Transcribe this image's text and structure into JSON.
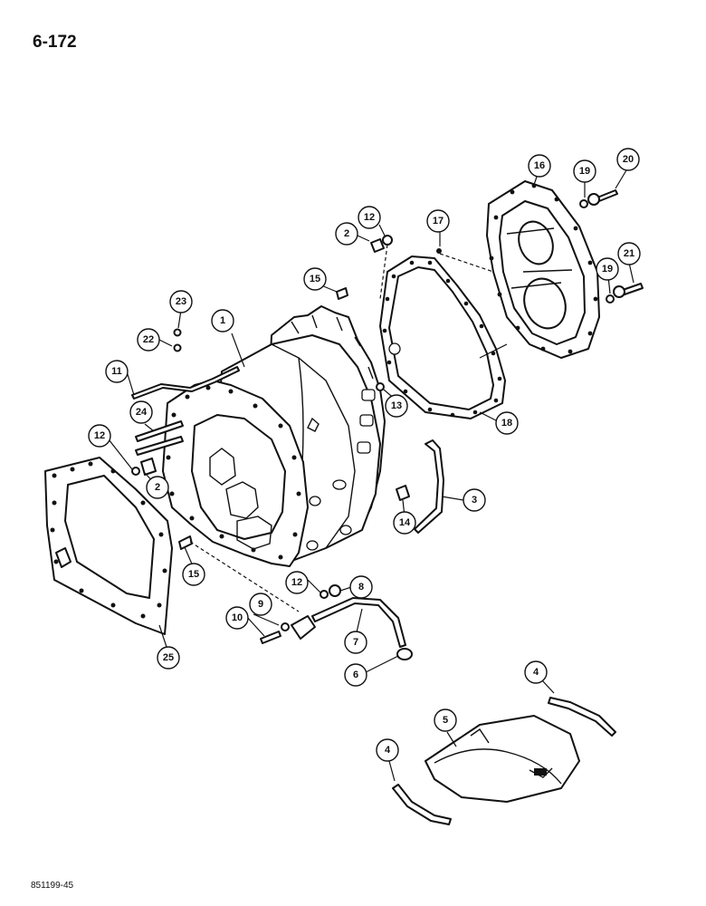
{
  "page_number": "6-172",
  "drawing_id": "851199-45",
  "callouts": [
    "1",
    "2",
    "2",
    "3",
    "4",
    "4",
    "5",
    "6",
    "7",
    "8",
    "9",
    "10",
    "11",
    "12",
    "12",
    "12",
    "13",
    "14",
    "15",
    "15",
    "16",
    "17",
    "18",
    "19",
    "19",
    "20",
    "21",
    "22",
    "23",
    "24",
    "25"
  ]
}
